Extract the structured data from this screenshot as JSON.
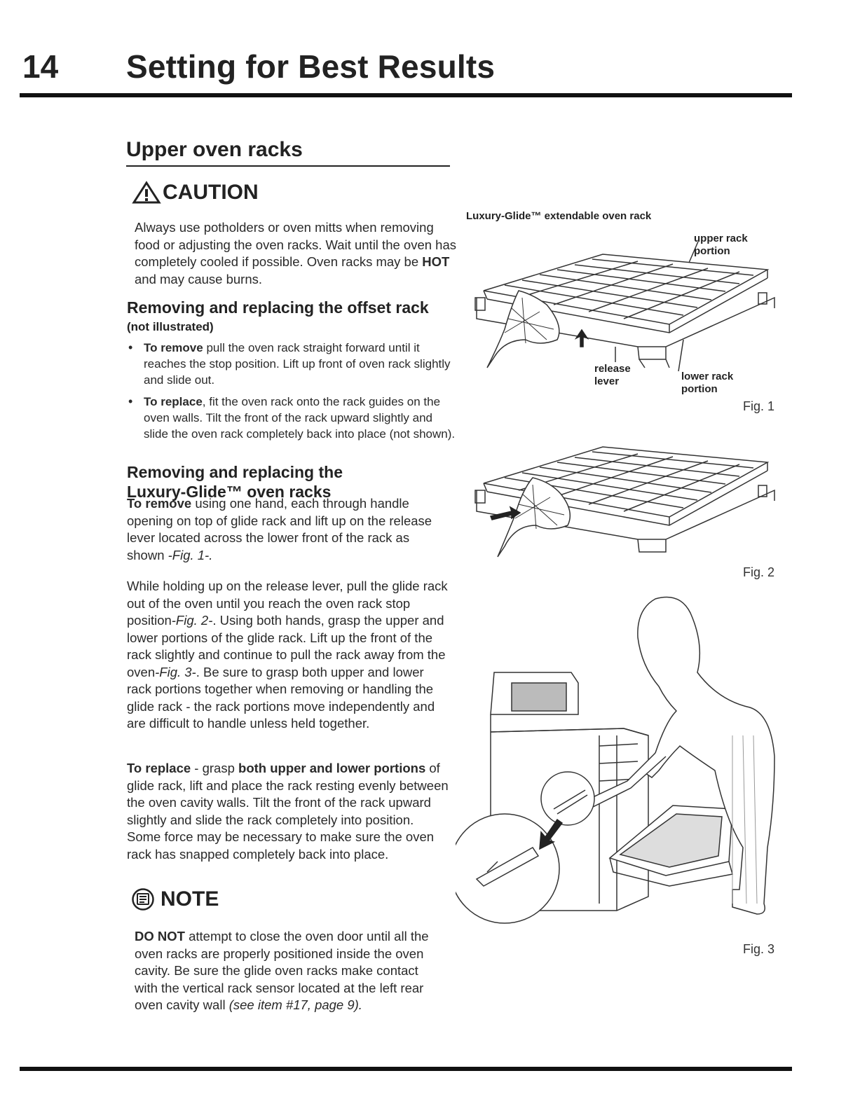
{
  "header": {
    "page_number": "14",
    "title": "Setting for Best Results"
  },
  "section": {
    "heading": "Upper oven racks"
  },
  "caution": {
    "label": "CAUTION",
    "text_before": "Always use potholders or oven mitts when removing food or adjusting the oven racks. Wait until the oven has completely cooled if possible. Oven racks may be ",
    "text_bold": "HOT",
    "text_after": " and may cause burns."
  },
  "offset_rack": {
    "heading": "Removing and replacing the offset rack",
    "subheading": "(not illustrated)",
    "bullets": [
      {
        "bold": "To remove",
        "text": " pull the oven rack straight forward until it reaches the stop position. Lift up front of oven rack slightly and slide out."
      },
      {
        "bold": "To replace",
        "text": ", fit the oven rack onto the rack guides on the oven walls. Tilt the front of the rack upward slightly and slide the oven rack completely back into place (not shown)."
      }
    ]
  },
  "luxury_glide": {
    "heading_line1": "Removing and replacing  the",
    "heading_line2": "Luxury-Glide™ oven  racks",
    "remove_bold": "To remove",
    "remove_text": " using one hand, each through handle opening on top of glide rack and lift up on the release lever located across the lower front of the rack as shown ",
    "remove_fig_ref": "-Fig. 1-.",
    "hold_text_1": "While holding up on the release lever, pull the glide rack out of the oven until you reach the oven rack stop position",
    "hold_fig_ref_1": "-Fig. 2-",
    "hold_text_2": ".  Using both hands, grasp the upper and lower portions of the glide rack. Lift up the front of the rack slightly and continue to pull the rack away from the oven",
    "hold_fig_ref_2": "-Fig. 3-",
    "hold_text_3": ". Be sure to grasp both upper and lower rack portions together when removing or handling the glide rack - the rack portions move independently and are difficult to handle unless held together.",
    "replace_bold_1": "To replace",
    "replace_text_1": " - grasp ",
    "replace_bold_2": "both upper and lower portions",
    "replace_text_2": " of glide rack, lift and place the rack resting evenly between the oven cavity walls. Tilt the front of the rack upward slightly and slide the rack completely into position. Some force may be necessary to make sure the oven rack has snapped completely back into place."
  },
  "note": {
    "label": "NOTE",
    "bold": "DO NOT",
    "text": " attempt to close the oven door until all the oven racks are properly positioned inside the oven cavity. Be sure the glide oven racks make contact with the vertical rack sensor located at the left rear oven cavity wall ",
    "italic": "(see item #17, page 9)."
  },
  "figures": {
    "fig1_caption": "Luxury-Glide™ extendable oven rack",
    "upper_rack_label": "upper rack portion",
    "release_lever_label": "release lever",
    "lower_rack_label": "lower rack portion",
    "fig1": "Fig. 1",
    "fig2": "Fig. 2",
    "fig3": "Fig. 3"
  }
}
